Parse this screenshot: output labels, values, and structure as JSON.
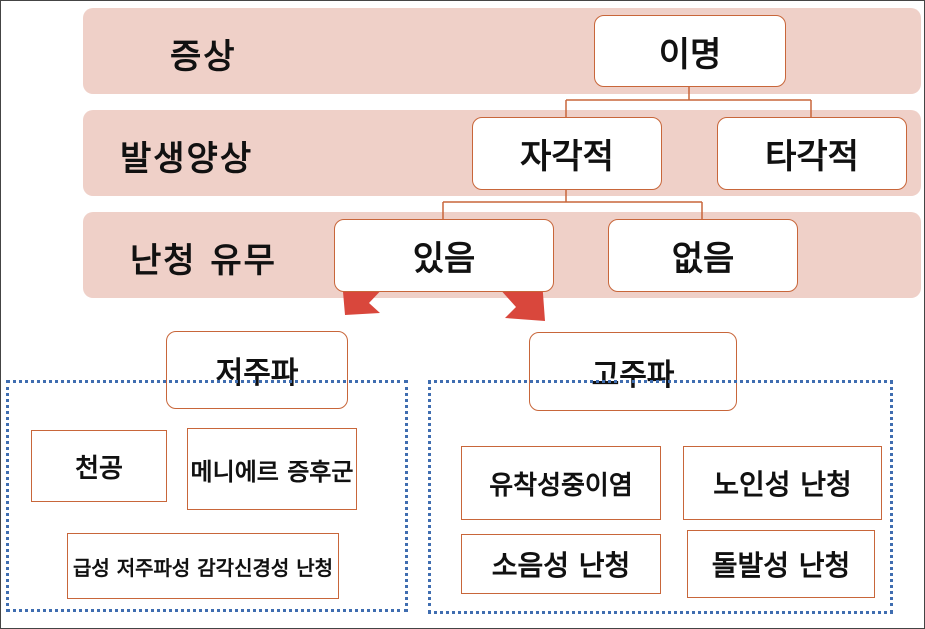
{
  "rows": {
    "symptom": "증상",
    "pattern": "발생양상",
    "hearing_loss": "난청 유무"
  },
  "nodes": {
    "root": "이명",
    "subjective": "자각적",
    "objective": "타각적",
    "present": "있음",
    "absent": "없음",
    "low_freq": "저주파",
    "high_freq": "고주파"
  },
  "low_freq_items": {
    "perforation": "천공",
    "meniere": "메니에르 증후군",
    "sudden": "급성 저주파성 감각신경성 난청"
  },
  "high_freq_items": {
    "ototoxic": "유착성중이염",
    "presbycusis": "노인성 난청",
    "noise": "소음성 난청",
    "sudden": "돌발성 난청"
  },
  "colors": {
    "band": "#efd0c8",
    "node_border": "#c8663a",
    "arrow": "#d9473c",
    "group_border": "#3f6db0"
  }
}
